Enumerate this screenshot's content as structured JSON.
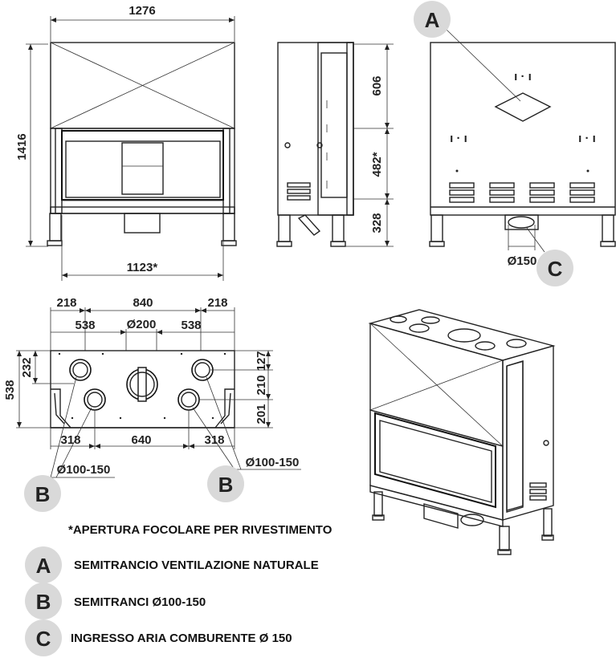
{
  "front": {
    "width": "1276",
    "height": "1416",
    "opening": "1123*"
  },
  "side": {
    "top": "606",
    "middle": "482*",
    "bottom": "328"
  },
  "back": {
    "callout_a": "A",
    "callout_c": "C",
    "diameter": "Ø150"
  },
  "top_view": {
    "dim_218_left": "218",
    "dim_840": "840",
    "dim_218_right": "218",
    "dim_538_left": "538",
    "dim_200": "Ø200",
    "dim_538_right": "538",
    "dim_232": "232",
    "dim_538_side": "538",
    "dim_127": "127",
    "dim_210": "210",
    "dim_201": "201",
    "dim_318_left": "318",
    "dim_640": "640",
    "dim_318_right": "318",
    "b_left_label": "Ø100-150",
    "b_right_label": "Ø100-150",
    "callout_b": "B"
  },
  "legend": {
    "note": "*APERTURA FOCOLARE PER RIVESTIMENTO",
    "items": [
      {
        "letter": "A",
        "text": "SEMITRANCIO VENTILAZIONE NATURALE"
      },
      {
        "letter": "B",
        "text": "SEMITRANCI Ø100-150"
      },
      {
        "letter": "C",
        "text": "INGRESSO ARIA COMBURENTE Ø 150"
      }
    ]
  }
}
